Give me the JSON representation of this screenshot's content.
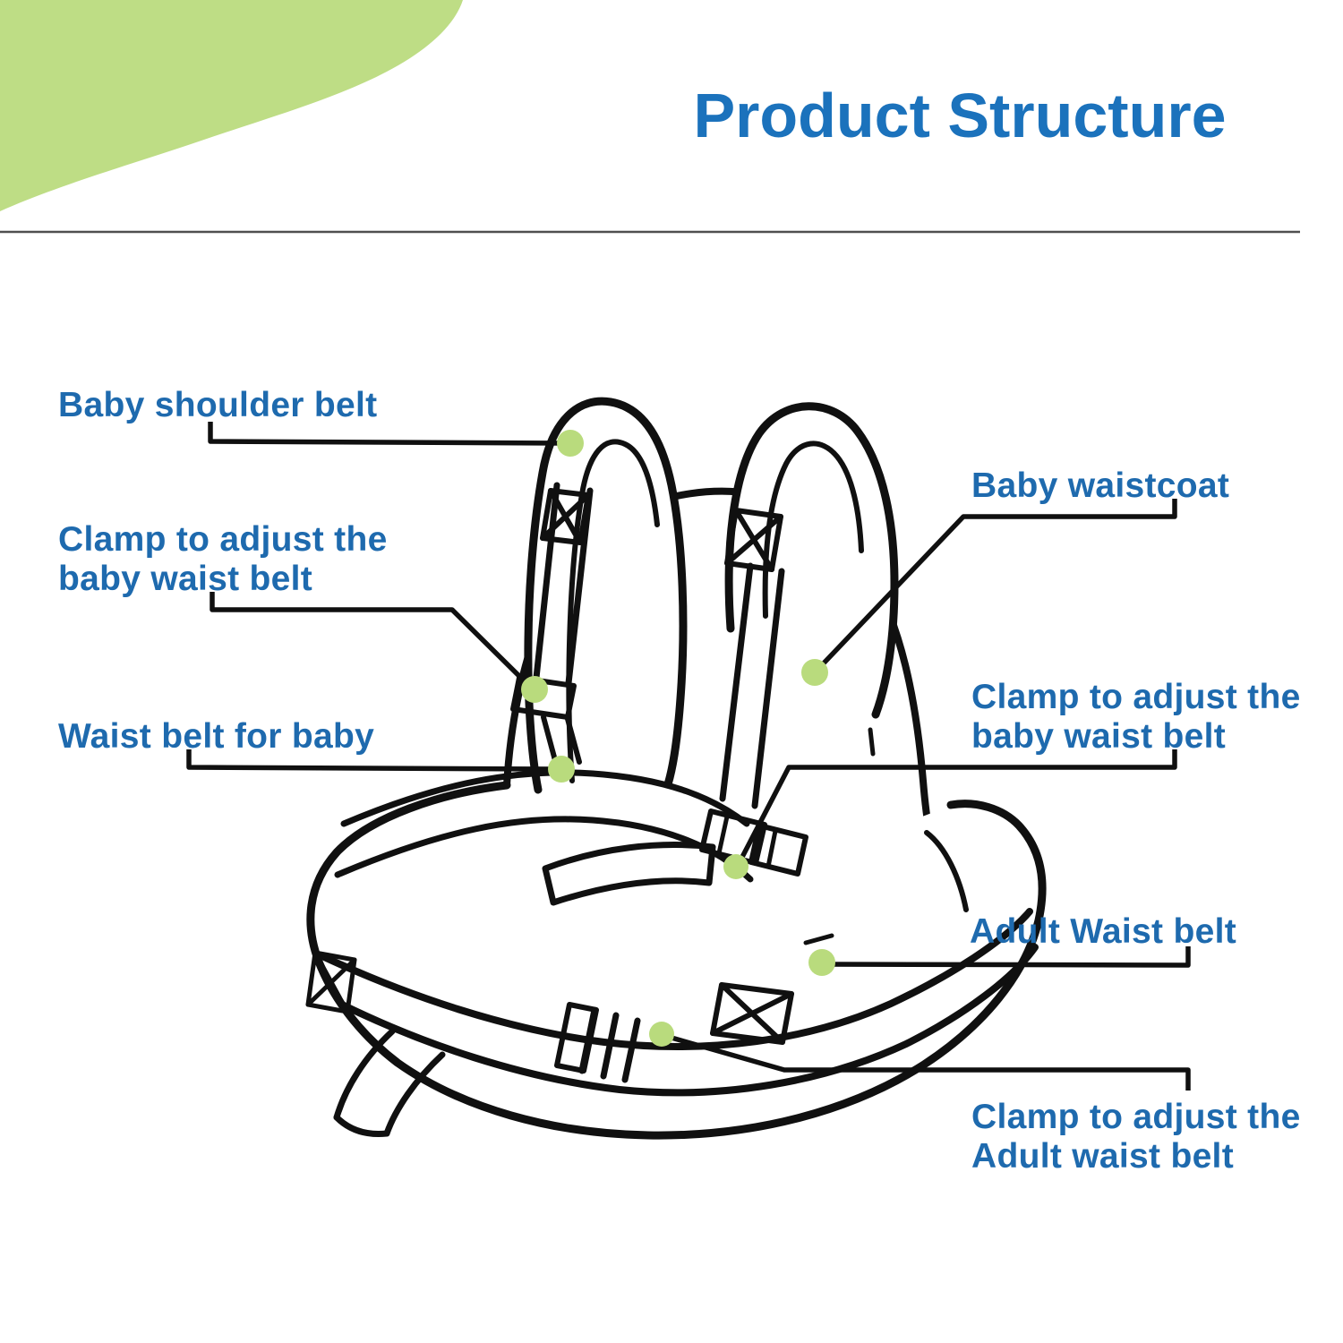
{
  "colors": {
    "accent_green": "#bedd85",
    "dot_green": "#b9db7d",
    "title_blue": "#1b72bc",
    "label_blue": "#1e6aae",
    "line_black": "#101010",
    "divider_gray": "#4f4f4f"
  },
  "header": {
    "title": "Product Structure"
  },
  "annotations": {
    "baby_shoulder_belt": {
      "text": "Baby shoulder belt"
    },
    "clamp_baby_waist_left": {
      "text": "Clamp to adjust the baby waist belt"
    },
    "waist_belt_for_baby": {
      "text": "Waist belt for baby"
    },
    "baby_waistcoat": {
      "text": "Baby waistcoat"
    },
    "clamp_baby_waist_right": {
      "text": "Clamp to adjust the baby waist belt"
    },
    "adult_waist_belt": {
      "text": "Adult Waist belt"
    },
    "clamp_adult_waist": {
      "text": "Clamp to adjust the Adult waist belt"
    }
  }
}
